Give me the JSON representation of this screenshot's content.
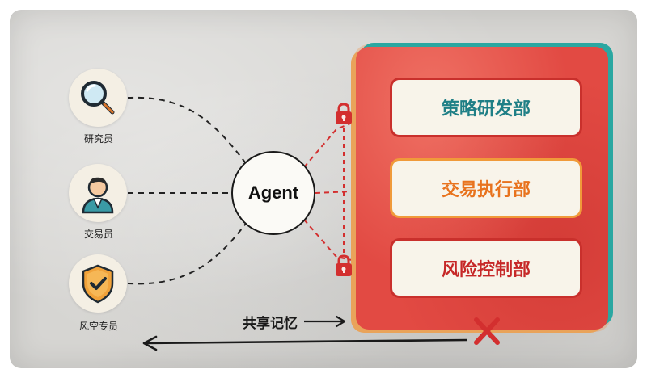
{
  "roles": [
    {
      "label": "研究员",
      "icon": "magnifier-icon"
    },
    {
      "label": "交易员",
      "icon": "person-icon"
    },
    {
      "label": "风空专员",
      "icon": "shield-check-icon"
    }
  ],
  "agent": {
    "label": "Agent"
  },
  "departments": [
    {
      "label": "策略研发部",
      "color": "#1f7f86"
    },
    {
      "label": "交易执行部",
      "color": "#e8731e"
    },
    {
      "label": "风险控制部",
      "color": "#c62828"
    }
  ],
  "shared_memory": {
    "label": "共享记忆"
  },
  "colors": {
    "panel_red": "#e24a43",
    "lock_red": "#d32f2f",
    "dashed_red": "#d32f2f",
    "cross_red": "#d32f2f",
    "dashed_black": "#222222"
  }
}
